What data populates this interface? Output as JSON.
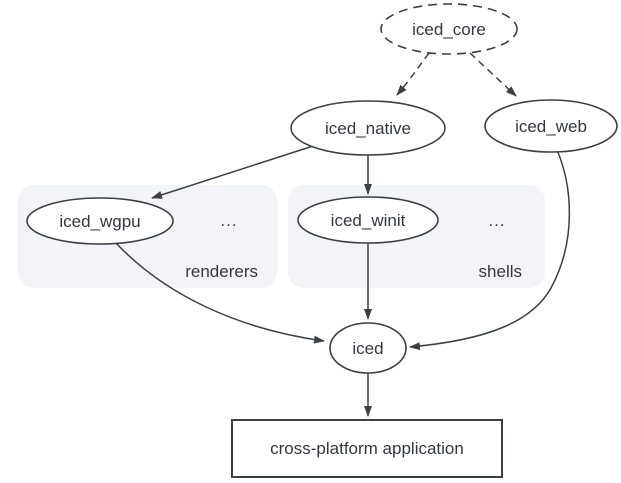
{
  "diagram": {
    "nodes": {
      "iced_core": {
        "label": "iced_core",
        "shape": "ellipse",
        "border": "dashed"
      },
      "iced_native": {
        "label": "iced_native",
        "shape": "ellipse",
        "border": "solid"
      },
      "iced_web": {
        "label": "iced_web",
        "shape": "ellipse",
        "border": "solid"
      },
      "iced_wgpu": {
        "label": "iced_wgpu",
        "shape": "ellipse",
        "border": "solid",
        "group": "renderers"
      },
      "iced_winit": {
        "label": "iced_winit",
        "shape": "ellipse",
        "border": "solid",
        "group": "shells"
      },
      "iced": {
        "label": "iced",
        "shape": "ellipse",
        "border": "solid"
      },
      "app": {
        "label": "cross-platform application",
        "shape": "rect"
      }
    },
    "groups": {
      "renderers": {
        "label": "renderers",
        "ellipsis": "..."
      },
      "shells": {
        "label": "shells",
        "ellipsis": "..."
      }
    },
    "edges": [
      {
        "from": "iced_core",
        "to": "iced_native",
        "style": "dashed"
      },
      {
        "from": "iced_core",
        "to": "iced_web",
        "style": "dashed"
      },
      {
        "from": "iced_native",
        "to": "iced_wgpu",
        "style": "solid"
      },
      {
        "from": "iced_native",
        "to": "iced_winit",
        "style": "solid"
      },
      {
        "from": "iced_wgpu",
        "to": "iced",
        "style": "solid"
      },
      {
        "from": "iced_winit",
        "to": "iced",
        "style": "solid"
      },
      {
        "from": "iced_web",
        "to": "iced",
        "style": "solid"
      },
      {
        "from": "iced",
        "to": "app",
        "style": "solid"
      }
    ],
    "colors": {
      "accent": "#1a73e8",
      "node_stroke": "#3b4045",
      "text": "#34383c",
      "group_fill": "#f2f4f7",
      "background": "#ffffff"
    }
  }
}
